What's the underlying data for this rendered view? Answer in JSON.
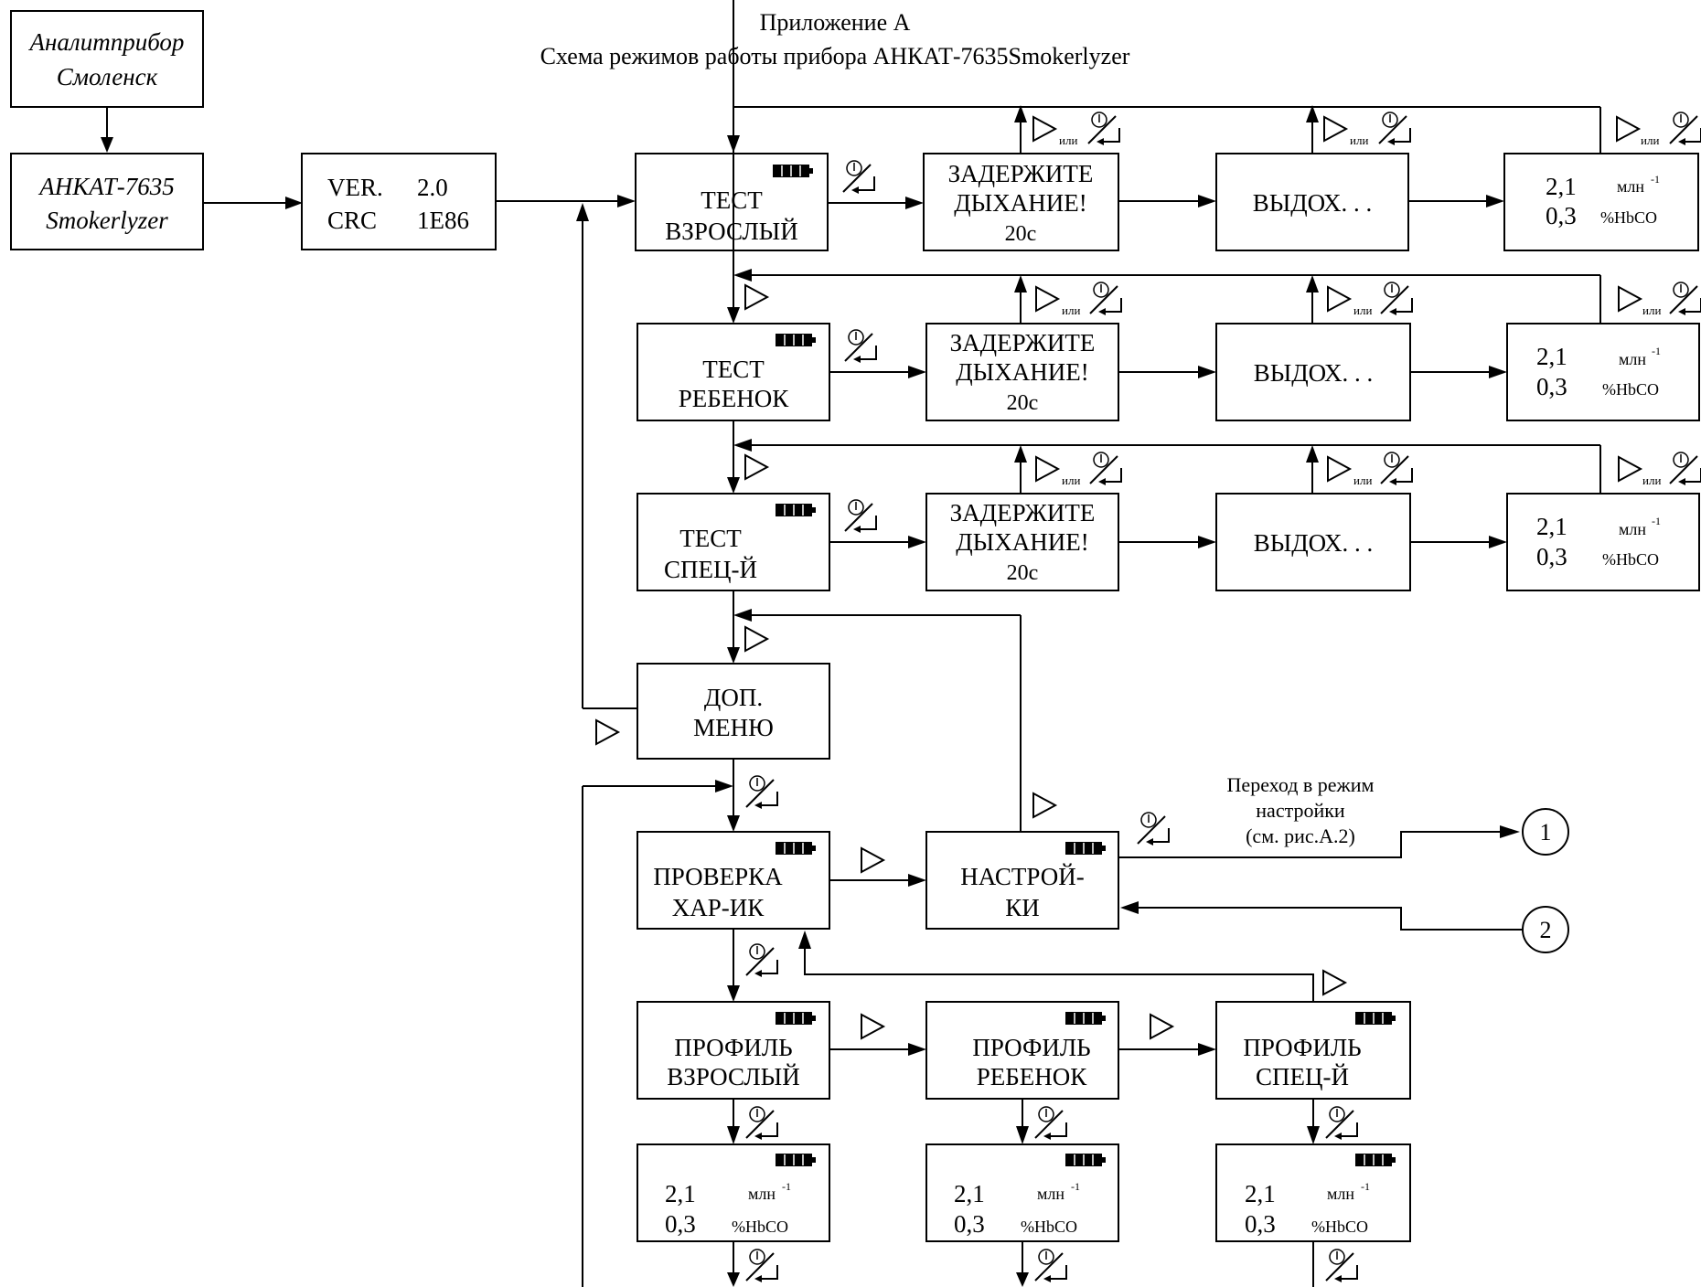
{
  "title": {
    "line1": "Приложение А",
    "line2": "Схема режимов работы прибора АНКАТ-7635Smokerlyzer"
  },
  "boot": {
    "maker_1": "Аналитприбор",
    "maker_2": "Смоленск",
    "model_1": "АНКАТ-7635",
    "model_2": "Smokerlyzer",
    "ver_key": "VER.",
    "ver_val": "2.0",
    "crc_key": "CRC",
    "crc_val": "1E86"
  },
  "rows": [
    {
      "test_1": "ТЕСТ",
      "test_2": "ВЗРОСЛЫЙ"
    },
    {
      "test_1": "ТЕСТ",
      "test_2": "РЕБЕНОК"
    },
    {
      "test_1": "ТЕСТ",
      "test_2": "СПЕЦ-Й"
    }
  ],
  "hold": {
    "line1": "ЗАДЕРЖИТЕ",
    "line2": "ДЫХАНИЕ!",
    "line3": "20с"
  },
  "exhale": "ВЫДОХ. . .",
  "result": {
    "v1": "2,1",
    "u1": "млн",
    "sup": "-1",
    "v2": "0,3",
    "u2": "%HbCO"
  },
  "ili": "или",
  "menu": {
    "line1": "ДОП.",
    "line2": "МЕНЮ"
  },
  "check": {
    "line1": "ПРОВЕРКА",
    "line2": "ХАР-ИК"
  },
  "settings": {
    "line1": "НАСТРОЙ-",
    "line2": "КИ"
  },
  "transition": {
    "line1": "Переход в режим",
    "line2": "настройки",
    "line3": "(см. рис.А.2)"
  },
  "connectors": [
    "1",
    "2"
  ],
  "profiles": [
    {
      "line1": "ПРОФИЛЬ",
      "line2": "ВЗРОСЛЫЙ"
    },
    {
      "line1": "ПРОФИЛЬ",
      "line2": "РЕБЕНОК"
    },
    {
      "line1": "ПРОФИЛЬ",
      "line2": "СПЕЦ-Й"
    }
  ],
  "icons": {
    "battery": "battery-icon",
    "next": "triangle-next-icon",
    "power_enter": "power-enter-icon"
  }
}
